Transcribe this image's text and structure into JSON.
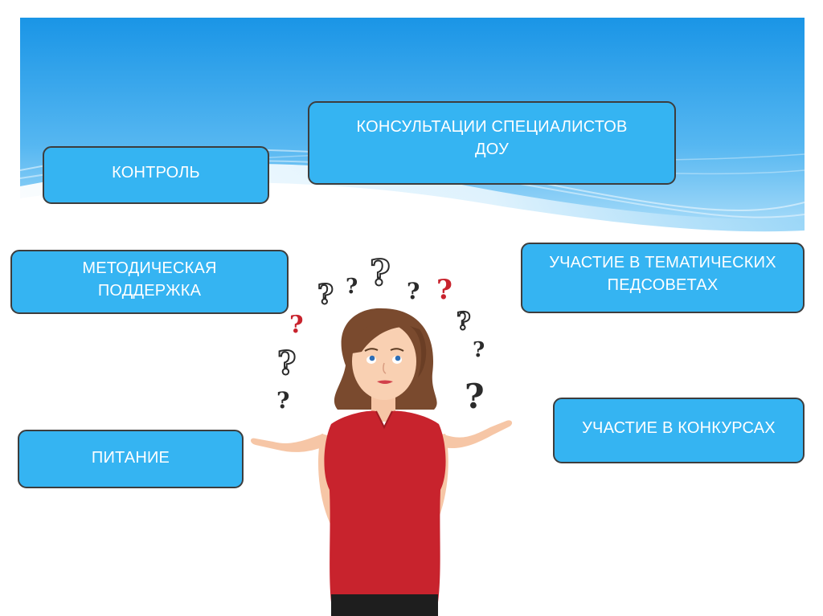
{
  "boxes": {
    "kontrol": "КОНТРОЛЬ",
    "konsultatsii": {
      "line1": "КОНСУЛЬТАЦИИ СПЕЦИАЛИСТОВ",
      "line2": "ДОУ"
    },
    "metodicheskaya": {
      "line1": "МЕТОДИЧЕСКАЯ",
      "line2": "ПОДДЕРЖКА"
    },
    "pedsovety": {
      "line1": "УЧАСТИЕ В ТЕМАТИЧЕСКИХ",
      "line2": "ПЕДСОВЕТАХ"
    },
    "konkursy": "УЧАСТИЕ В КОНКУРСАХ",
    "pitanie": "ПИТАНИЕ"
  },
  "colors": {
    "box_fill": "#35b4f2",
    "box_border": "#3d3d3d",
    "sky_top": "#1a95e6",
    "sky_bottom": "#bfe6fb",
    "shirt": "#c8232d",
    "hair": "#7a4a2e",
    "question_dark": "#2b2b2b",
    "question_red": "#c8232d"
  },
  "illustration": {
    "subject": "thinking-woman-with-question-marks"
  }
}
